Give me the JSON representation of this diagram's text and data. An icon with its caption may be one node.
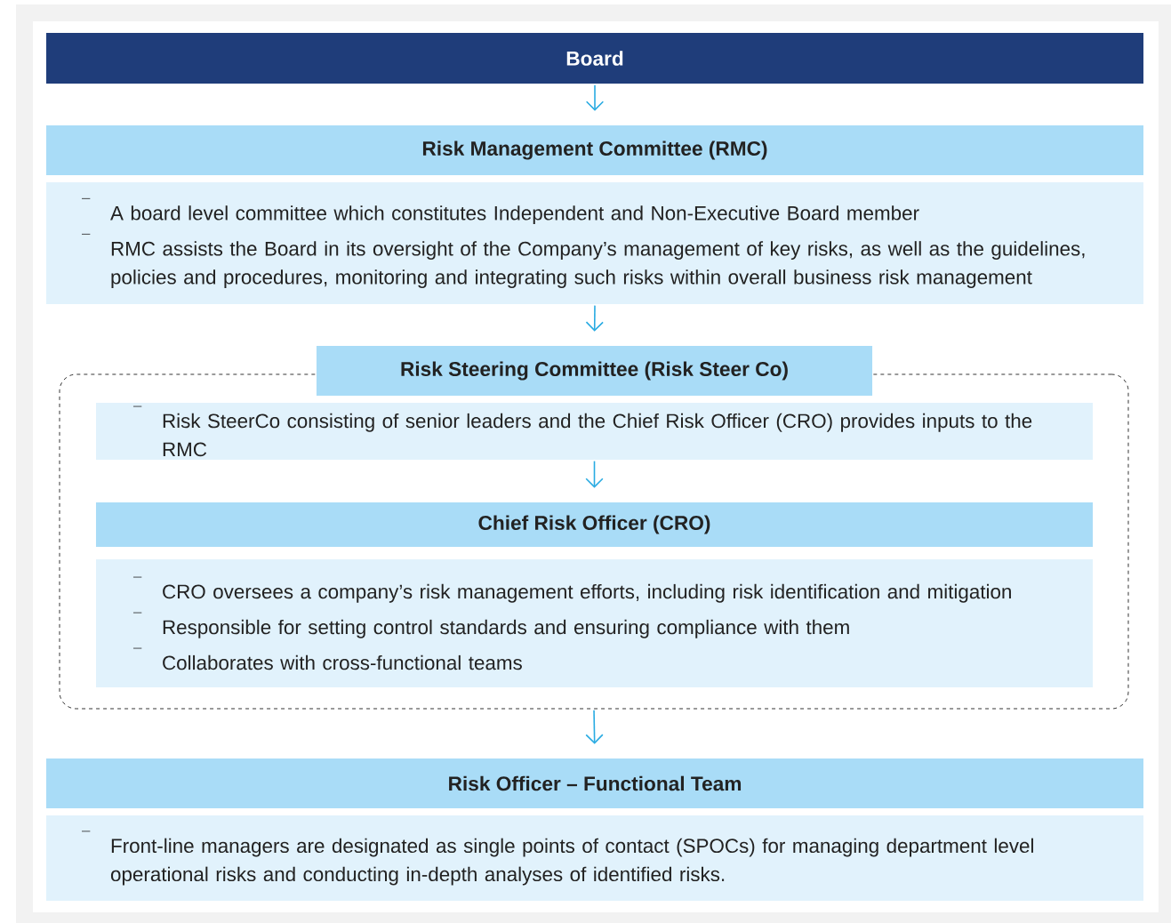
{
  "diagram": {
    "nodes": [
      {
        "text": [
          "Board"
        ]
      },
      {
        "text": [
          "Risk Management Committee (RMC)"
        ]
      },
      {
        "text": [
          "A board level committee which constitutes Independent and Non-Executive Board member",
          "RMC assists the Board in its oversight of the Company’s management of key risks, as well as the guidelines, policies and procedures, monitoring and integrating such risks within overall business risk management"
        ]
      },
      {
        "text": [],
        "shape": "box"
      },
      {
        "text": [
          "Risk Steering Committee (Risk Steer Co)"
        ]
      },
      {
        "text": [
          "Risk SteerCo consisting of senior leaders and the Chief Risk Officer (CRO) provides inputs to the RMC"
        ],
        "in": 3
      },
      {
        "text": [
          "Chief Risk Officer (CRO)"
        ],
        "in": 3
      },
      {
        "text": [
          "CRO oversees a company’s risk management efforts, including risk identification and mitigation",
          "Responsible for setting control standards and ensuring compliance with them",
          "Collaborates with cross-functional teams"
        ],
        "in": 3
      },
      {
        "text": [
          "Risk Officer – Functional Team"
        ]
      },
      {
        "text": [
          "Front-line managers are designated as single points of contact (SPOCs) for managing department level operational risks and conducting in-depth analyses of identified risks."
        ]
      }
    ],
    "edges": [
      {
        "from": 0,
        "to": 1,
        "arrow": "to"
      },
      {
        "from": 2,
        "to": 4,
        "arrow": "to"
      },
      {
        "from": 5,
        "to": 6,
        "arrow": "to"
      },
      {
        "from": 3,
        "to": 8,
        "arrow": "to"
      }
    ]
  }
}
